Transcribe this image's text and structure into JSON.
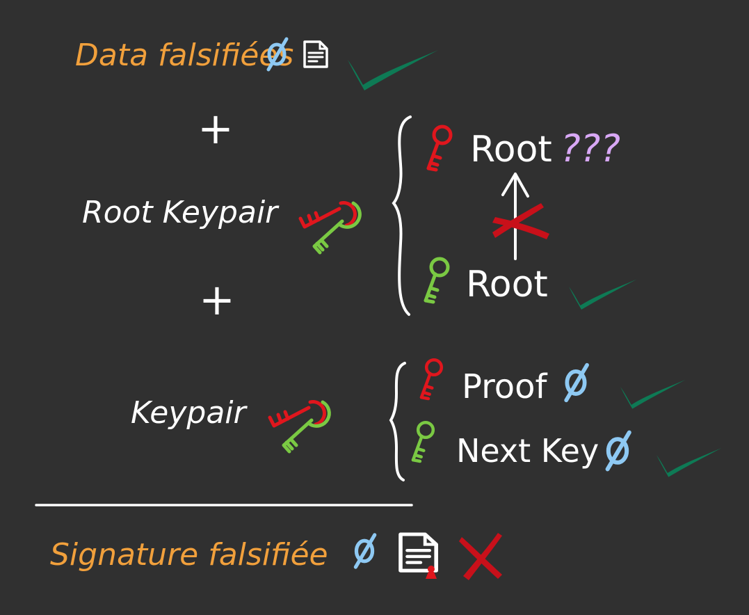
{
  "colors": {
    "background": "#303030",
    "orange": "#f1a03c",
    "white": "#ffffff",
    "blue": "#8ec9f3",
    "green_check": "#0e7a55",
    "red": "#e0161d",
    "red_dark": "#c8101a",
    "lime": "#7ac943",
    "lilac": "#d8a8f5"
  },
  "header": {
    "data_label": "Data falsifiées",
    "empty_symbol": "ø",
    "document_icon": "document-icon",
    "status_icon": "check-icon"
  },
  "plus_top": "+",
  "root_keypair": {
    "label": "Root Keypair",
    "icon": "key-pair-icon",
    "private_key_label": "Root",
    "private_unknown": "???",
    "public_key_label": "Root",
    "derivation_arrow": "arrow-up-icon",
    "derivation_blocked": "cross-icon",
    "public_status": "check-icon"
  },
  "plus_bottom": "+",
  "keypair": {
    "label": "Keypair",
    "icon": "key-pair-icon",
    "proof_label": "Proof",
    "proof_symbol": "ø",
    "next_key_label": "Next Key",
    "next_key_symbol": "ø",
    "proof_status": "check-icon",
    "next_key_status": "check-icon"
  },
  "result": {
    "signature_label": "Signature falsifiée",
    "empty_symbol": "ø",
    "document_icon": "signed-document-icon",
    "status_icon": "cross-icon"
  }
}
